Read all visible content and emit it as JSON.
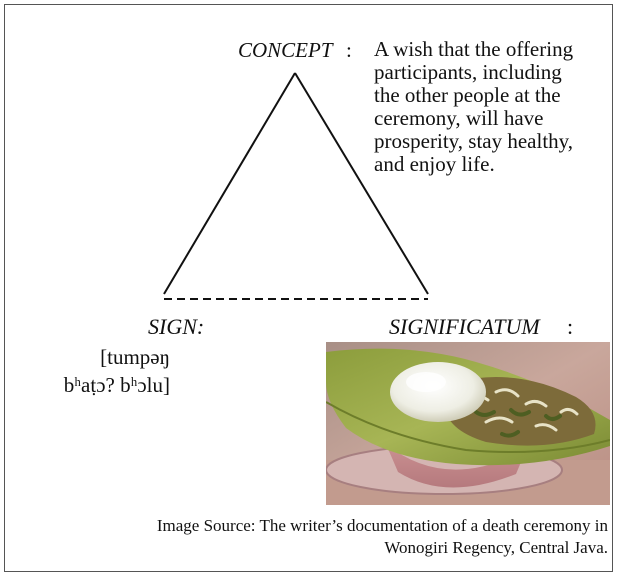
{
  "concept": {
    "label": "CONCEPT",
    "colon": ":",
    "lines": [
      "A wish that the offering",
      "participants, including",
      "the other people at the",
      "ceremony, will have",
      "prosperity, stay healthy,",
      "and enjoy life."
    ]
  },
  "sign": {
    "label": "SIGN:",
    "line1": "[tumpəŋ",
    "line2": "bʰaṭɔ? bʰɔlu]"
  },
  "significatum": {
    "label": "SIGNIFICATUM",
    "colon": ":",
    "image_subject": "food offering on banana leaf on a glass plate"
  },
  "caption": {
    "line1": "Image Source: The writer’s documentation of a death ceremony in",
    "line2": "Wonogiri Regency, Central Java."
  },
  "colors": {
    "line": "#111111",
    "frame": "#555555"
  }
}
